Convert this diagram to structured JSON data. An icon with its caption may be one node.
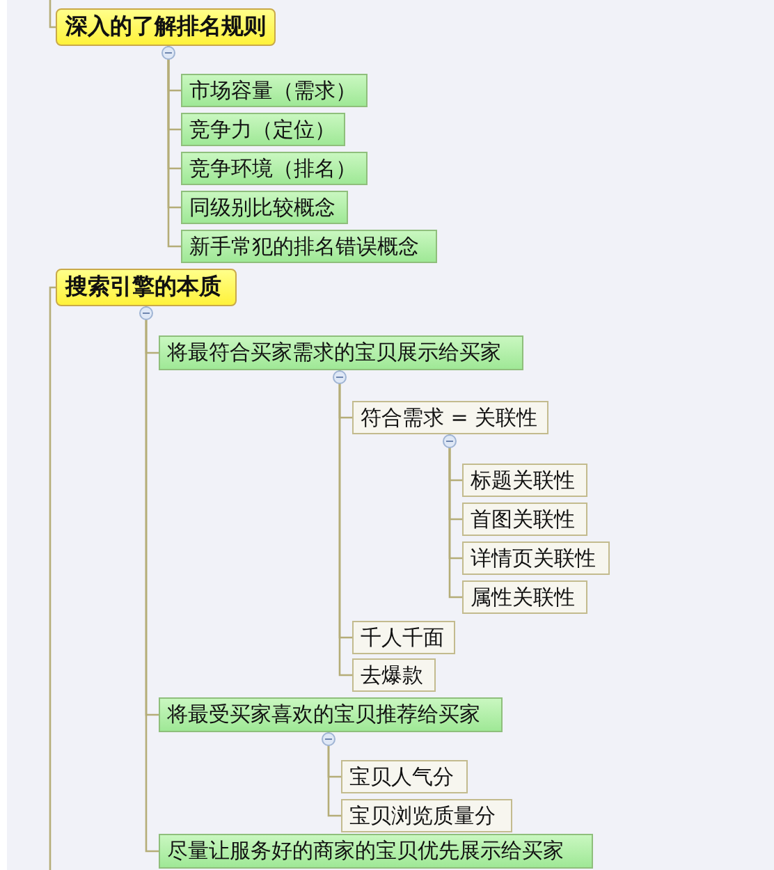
{
  "diagram": {
    "nodes": [
      {
        "text": [
          "深入的了解排名规则"
        ]
      },
      {
        "text": [
          "市场容量（需求）"
        ]
      },
      {
        "text": [
          "竞争力（定位）"
        ]
      },
      {
        "text": [
          "竞争环境（排名）"
        ]
      },
      {
        "text": [
          "同级别比较概念"
        ]
      },
      {
        "text": [
          "新手常犯的排名错误概念"
        ]
      },
      {
        "text": [
          "搜索引擎的本质"
        ]
      },
      {
        "text": [
          "将最符合买家需求的宝贝展示给买家"
        ]
      },
      {
        "text": [
          "符合需求 = 关联性"
        ]
      },
      {
        "text": [
          "标题关联性"
        ]
      },
      {
        "text": [
          "首图关联性"
        ]
      },
      {
        "text": [
          "详情页关联性"
        ]
      },
      {
        "text": [
          "属性关联性"
        ]
      },
      {
        "text": [
          "千人千面"
        ]
      },
      {
        "text": [
          "去爆款"
        ]
      },
      {
        "text": [
          "将最受买家喜欢的宝贝推荐给买家"
        ]
      },
      {
        "text": [
          "宝贝人气分"
        ]
      },
      {
        "text": [
          "宝贝浏览质量分"
        ]
      },
      {
        "text": [
          "尽量让服务好的商家的宝贝优先展示给买家"
        ]
      }
    ],
    "edges": [
      {
        "from": null,
        "to": 0,
        "arrow": "none"
      },
      {
        "from": 0,
        "to": 1,
        "arrow": "none"
      },
      {
        "from": 0,
        "to": 2,
        "arrow": "none"
      },
      {
        "from": 0,
        "to": 3,
        "arrow": "none"
      },
      {
        "from": 0,
        "to": 4,
        "arrow": "none"
      },
      {
        "from": 0,
        "to": 5,
        "arrow": "none"
      },
      {
        "from": null,
        "to": 6,
        "arrow": "none"
      },
      {
        "from": 6,
        "to": 7,
        "arrow": "none"
      },
      {
        "from": 7,
        "to": 8,
        "arrow": "none"
      },
      {
        "from": 8,
        "to": 9,
        "arrow": "none"
      },
      {
        "from": 8,
        "to": 10,
        "arrow": "none"
      },
      {
        "from": 8,
        "to": 11,
        "arrow": "none"
      },
      {
        "from": 8,
        "to": 12,
        "arrow": "none"
      },
      {
        "from": 7,
        "to": 13,
        "arrow": "none"
      },
      {
        "from": 7,
        "to": 14,
        "arrow": "none"
      },
      {
        "from": 6,
        "to": 15,
        "arrow": "none"
      },
      {
        "from": 15,
        "to": 16,
        "arrow": "none"
      },
      {
        "from": 15,
        "to": 17,
        "arrow": "none"
      },
      {
        "from": 6,
        "to": 18,
        "arrow": "none"
      }
    ]
  }
}
